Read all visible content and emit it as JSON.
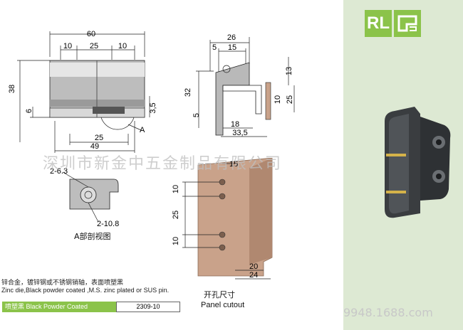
{
  "brand": {
    "badge_text": "RL",
    "accent_color": "#8bc34a",
    "panel_color": "#dde9d3"
  },
  "watermark": "深圳市新金中五金制品有限公司",
  "url_fragment": "9948.1688.com",
  "front_view": {
    "dims": {
      "width_total": "60",
      "left_seg": "10",
      "mid_seg": "25",
      "right_seg": "10",
      "height": "38",
      "base_6": "6",
      "bottom_25": "25",
      "bottom_49": "49",
      "right_3_5": "3,5",
      "label_a": "A"
    }
  },
  "side_view": {
    "dims": {
      "top_26": "26",
      "top_5": "5",
      "top_15": "15",
      "right_13": "13",
      "left_32": "32",
      "right_25": "25",
      "right_10": "10",
      "left_5": "5",
      "bottom_18": "18",
      "bottom_33_5": "33,5"
    }
  },
  "section_view": {
    "dims": {
      "top": "2-6.3",
      "bottom": "2-10.8"
    },
    "label": "A部剖视图"
  },
  "cutout_view": {
    "dims": {
      "top_15": "15",
      "left_10a": "10",
      "left_25": "25",
      "left_10b": "10",
      "bottom_20": "20",
      "bottom_24": "24"
    },
    "label_cn": "开孔尺寸",
    "label_en": "Panel cutout"
  },
  "description": {
    "cn": "锌合金，镀锌钢或不锈钢销轴，表面喷塑黑",
    "en": "Zinc die,Black powder coated ,M.S. zinc plated or SUS pin."
  },
  "finish_row": {
    "finish": "喷塑黑 Black Powder Coated",
    "code": "2309-10"
  },
  "icons": [
    "rl-logo-icon",
    "hinge-symbol-icon",
    "hinge-photo-icon"
  ]
}
